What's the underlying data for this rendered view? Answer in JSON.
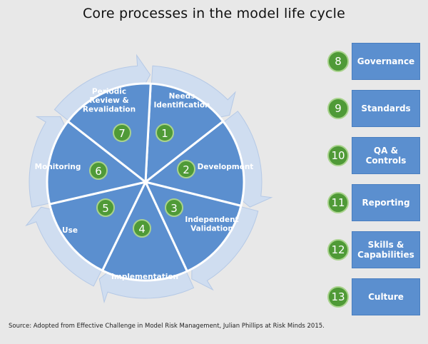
{
  "title": "Core processes in the model life cycle",
  "colors": {
    "background": "#e8e8e8",
    "segment_fill": "#5b8fcf",
    "arrow_fill": "#cfddf0",
    "badge_green": "#4f9a37",
    "badge_ring": "#a9d38d"
  },
  "cycle": {
    "segments": [
      {
        "number": "1",
        "lines": [
          "Needs",
          "Identification"
        ]
      },
      {
        "number": "2",
        "lines": [
          "Development"
        ]
      },
      {
        "number": "3",
        "lines": [
          "Independent",
          "Validation"
        ]
      },
      {
        "number": "4",
        "lines": [
          "Implementation"
        ]
      },
      {
        "number": "5",
        "lines": [
          "Use"
        ]
      },
      {
        "number": "6",
        "lines": [
          "Monitoring"
        ]
      },
      {
        "number": "7",
        "lines": [
          "Periodic",
          "Review &",
          "Revalidation"
        ]
      }
    ]
  },
  "side": [
    {
      "number": "8",
      "label": "Governance"
    },
    {
      "number": "9",
      "label": "Standards"
    },
    {
      "number": "10",
      "label": "QA &\nControls"
    },
    {
      "number": "11",
      "label": "Reporting"
    },
    {
      "number": "12",
      "label": "Skills &\nCapabilities"
    },
    {
      "number": "13",
      "label": "Culture"
    }
  ],
  "source": "Source: Adopted from Effective Challenge in Model Risk Management, Julian Phillips at Risk Minds 2015."
}
